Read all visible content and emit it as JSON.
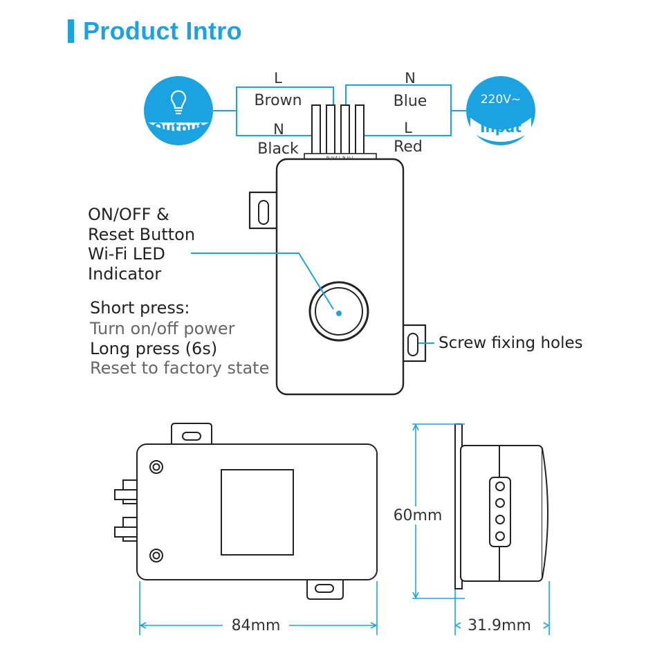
{
  "header": {
    "title": "Product Intro"
  },
  "output": {
    "label": "Output"
  },
  "input": {
    "voltage": "220V~",
    "label": "Input"
  },
  "wires": {
    "brown_letter": "L",
    "brown_name": "Brown",
    "black_letter": "N",
    "black_name": "Black",
    "blue_letter": "N",
    "blue_name": "Blue",
    "red_letter": "L",
    "red_name": "Red",
    "terminal_label": "N out L   N in L"
  },
  "button_callout": {
    "lines": [
      "ON/OFF &",
      "Reset Button",
      "Wi-Fi LED",
      "Indicator"
    ]
  },
  "press_info": {
    "short_title": "Short press:",
    "short_desc": "Turn on/off power",
    "long_title": "Long press (6s)",
    "long_desc": "Reset to factory state"
  },
  "screw_label": "Screw fixing holes",
  "dimensions": {
    "width": "84mm",
    "height": "60mm",
    "depth": "31.9mm"
  },
  "colors": {
    "accent": "#1aa3e0",
    "line": "#222222"
  }
}
